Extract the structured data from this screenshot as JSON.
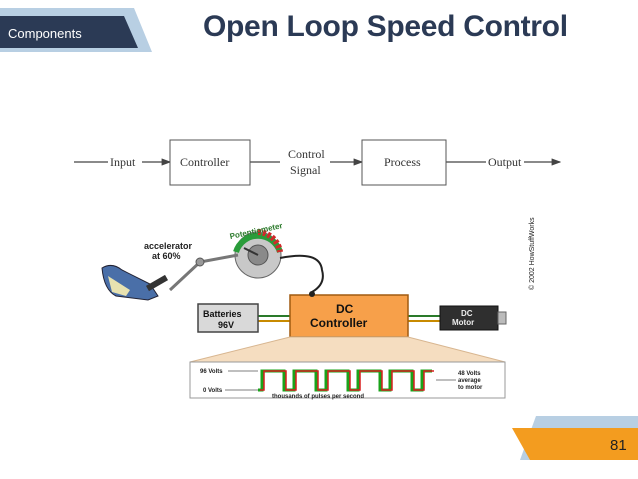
{
  "header": {
    "section_tag": "Components",
    "title": "Open Loop Speed Control"
  },
  "block_diagram": {
    "input_label": "Input",
    "controller_label": "Controller",
    "signal_label_1": "Control",
    "signal_label_2": "Signal",
    "process_label": "Process",
    "output_label": "Output"
  },
  "illustration": {
    "accelerator_1": "accelerator",
    "accelerator_2": "at 60%",
    "potentiometer": "Potentiometer",
    "copyright": "© 2002 HowStuffWorks",
    "batteries_1": "Batteries",
    "batteries_2": "96V",
    "controller_1": "DC",
    "controller_2": "Controller",
    "motor_1": "DC",
    "motor_2": "Motor",
    "volts_high": "96 Volts",
    "volts_low": "0 Volts",
    "avg_1": "48 Volts",
    "avg_2": "average",
    "avg_3": "to motor",
    "pulses": "thousands of pulses per second"
  },
  "footer": {
    "page_number": "81"
  },
  "colors": {
    "navy": "#2b3a55",
    "orange": "#f39c1f",
    "blue_light": "#b8cfe3",
    "controller_orange": "#f7a04a",
    "pulse_green": "#1aa31a",
    "pulse_red": "#d81f1f"
  }
}
